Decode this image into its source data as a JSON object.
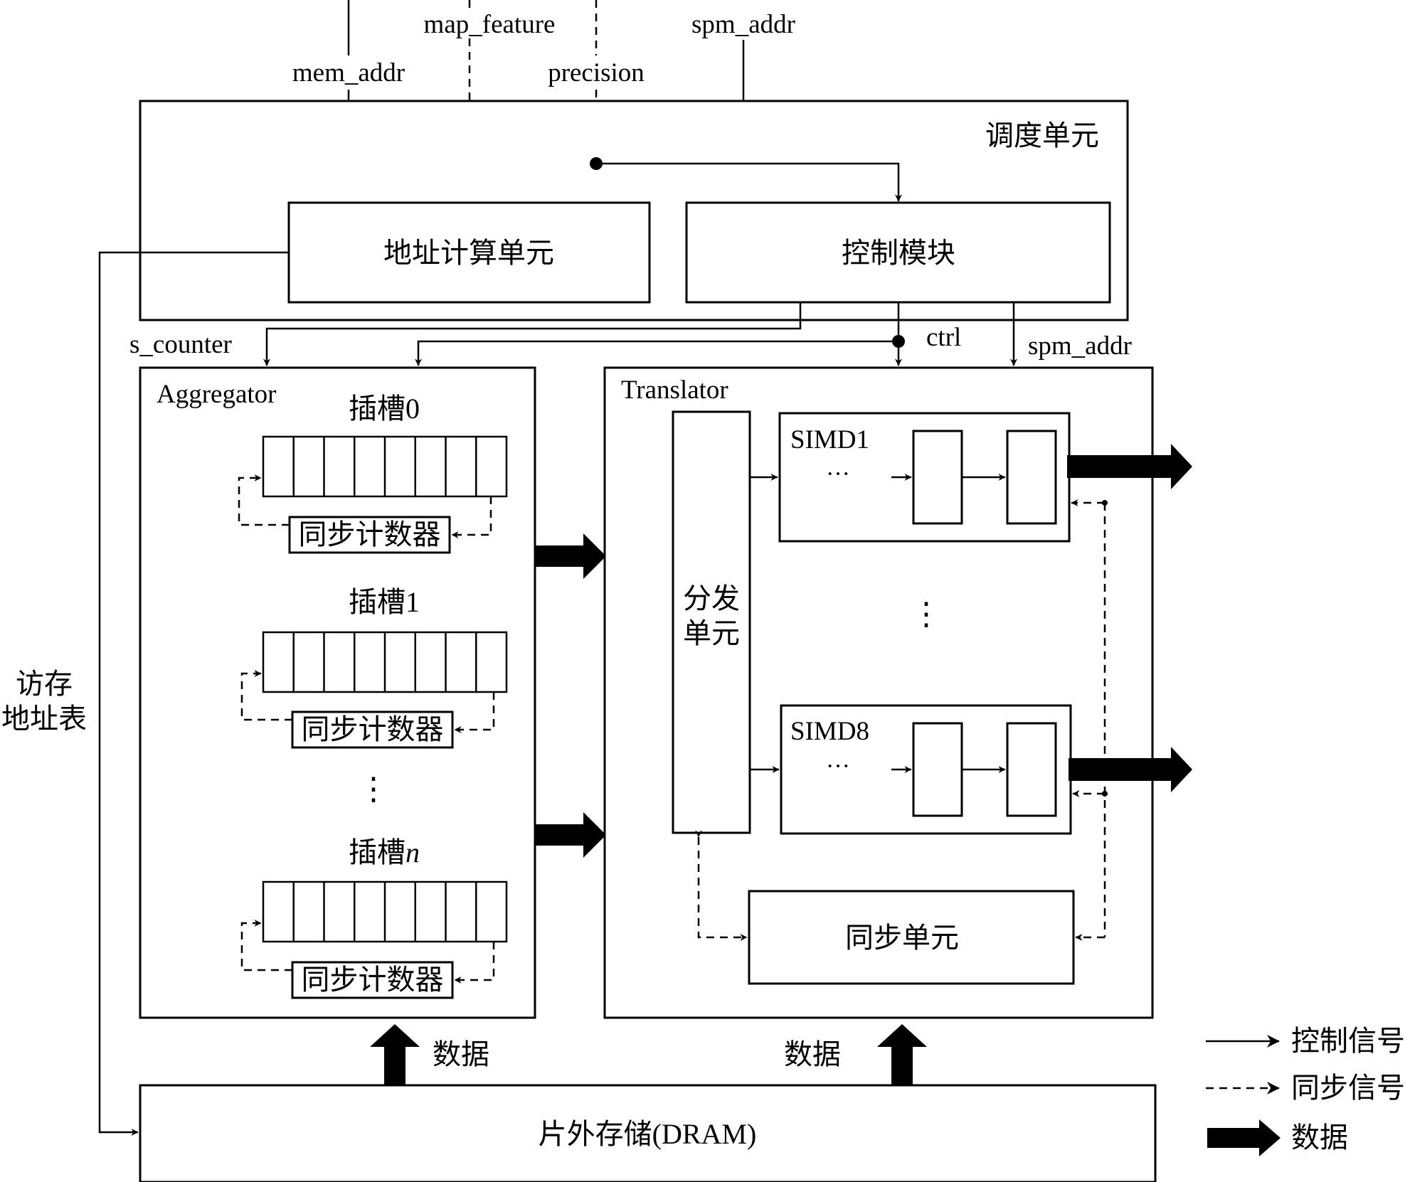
{
  "signals": {
    "map_feature": "map_feature",
    "spm_addr_in": "spm_addr",
    "mem_addr": "mem_addr",
    "precision": "precision",
    "s_counter": "s_counter",
    "ctrl": "ctrl",
    "spm_addr_out": "spm_addr"
  },
  "scheduler": {
    "title": "调度单元",
    "address_unit": "地址计算单元",
    "control_module": "控制模块"
  },
  "aggregator": {
    "title": "Aggregator",
    "slots": [
      {
        "label": "插槽0",
        "counter": "同步计数器"
      },
      {
        "label": "插槽1",
        "counter": "同步计数器"
      },
      {
        "label_prefix": "插槽",
        "label_var": "n",
        "counter": "同步计数器"
      }
    ],
    "ellipsis": "⋮",
    "cells_per_slot": 8
  },
  "translator": {
    "title": "Translator",
    "dispatch_line1": "分发",
    "dispatch_line2": "单元",
    "simd": [
      {
        "label": "SIMD1",
        "ellipsis": "···"
      },
      {
        "label": "SIMD8",
        "ellipsis": "···"
      }
    ],
    "simd_ellipsis": "⋮",
    "sync_unit": "同步单元"
  },
  "side_label": {
    "line1": "访存",
    "line2": "地址表"
  },
  "data_label_left": "数据",
  "data_label_right": "数据",
  "dram": "片外存储(DRAM)",
  "legend": {
    "control": "控制信号",
    "sync": "同步信号",
    "data": "数据"
  }
}
